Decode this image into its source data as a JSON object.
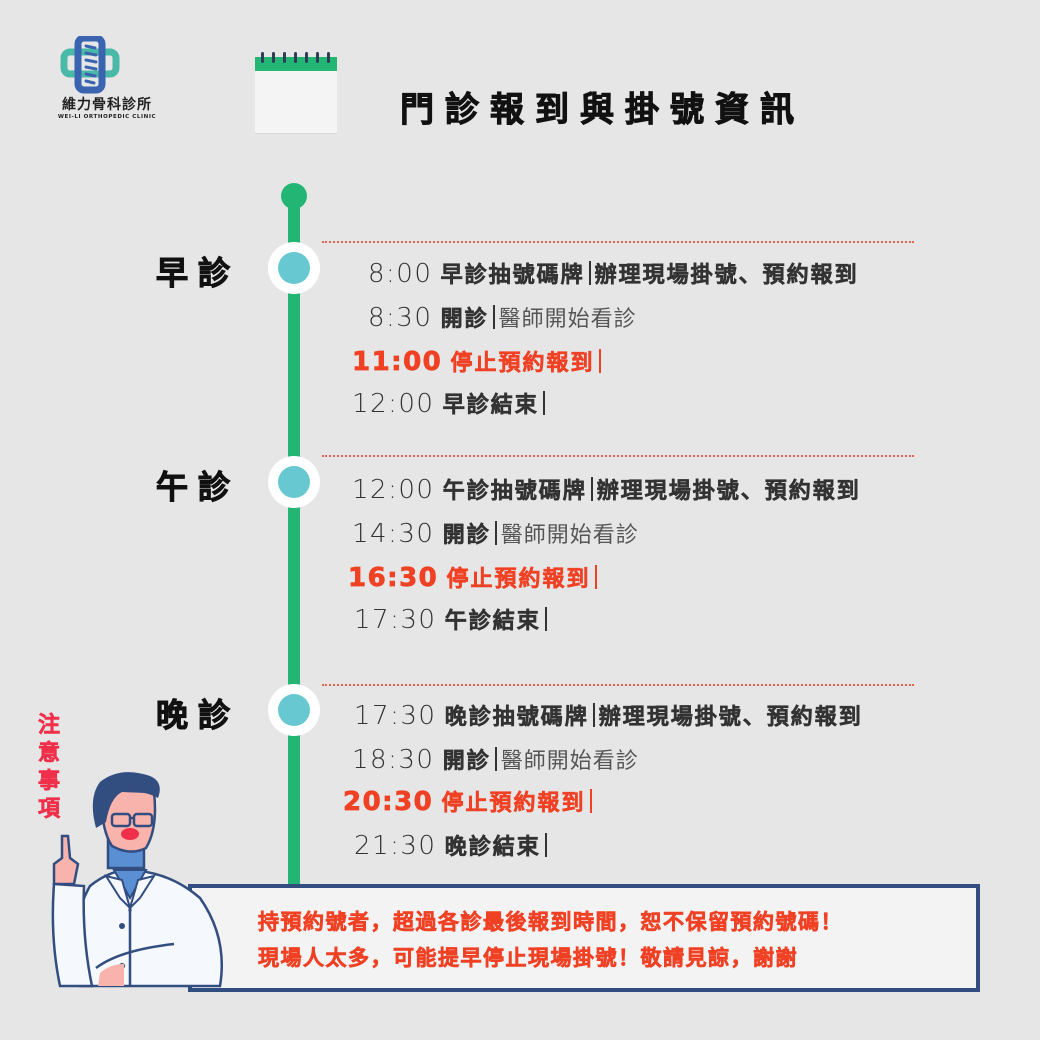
{
  "logo": {
    "name": "維力骨科診所",
    "subtitle": "WEI-LI ORTHOPEDIC CLINIC",
    "colors": {
      "cross_teal": "#4bb9a8",
      "spine_blue": "#3a64b0"
    }
  },
  "header": {
    "title": "門診報到與掛號資訊",
    "icon": "calendar-icon"
  },
  "colors": {
    "background": "#e6e6e6",
    "timeline_green": "#23b573",
    "node_teal": "#67c8d1",
    "highlight_red": "#f04124",
    "notice_border": "#324d80",
    "vertical_label_red": "#f0304a"
  },
  "sessions": [
    {
      "label": "早診",
      "rows": [
        {
          "time": "8:00",
          "bold": "早診抽號碼牌",
          "normal": "辦理現場掛號、預約報到",
          "normal_bold": true,
          "highlight": false
        },
        {
          "time": "8:30",
          "bold": "開診",
          "normal": "醫師開始看診",
          "normal_bold": false,
          "highlight": false
        },
        {
          "time": "11:00",
          "bold": "停止預約報到",
          "normal": "",
          "normal_bold": false,
          "highlight": true
        },
        {
          "time": "12:00",
          "bold": "早診結束",
          "normal": "",
          "normal_bold": false,
          "highlight": false
        }
      ]
    },
    {
      "label": "午診",
      "rows": [
        {
          "time": "12:00",
          "bold": "午診抽號碼牌",
          "normal": "辦理現場掛號、預約報到",
          "normal_bold": true,
          "highlight": false
        },
        {
          "time": "14:30",
          "bold": "開診",
          "normal": "醫師開始看診",
          "normal_bold": false,
          "highlight": false
        },
        {
          "time": "16:30",
          "bold": "停止預約報到",
          "normal": "",
          "normal_bold": false,
          "highlight": true
        },
        {
          "time": "17:30",
          "bold": "午診結束",
          "normal": "",
          "normal_bold": false,
          "highlight": false
        }
      ]
    },
    {
      "label": "晚診",
      "rows": [
        {
          "time": "17:30",
          "bold": "晚診抽號碼牌",
          "normal": "辦理現場掛號、預約報到",
          "normal_bold": true,
          "highlight": false
        },
        {
          "time": "18:30",
          "bold": "開診",
          "normal": "醫師開始看診",
          "normal_bold": false,
          "highlight": false
        },
        {
          "time": "20:30",
          "bold": "停止預約報到",
          "normal": "",
          "normal_bold": false,
          "highlight": true
        },
        {
          "time": "21:30",
          "bold": "晚診結束",
          "normal": "",
          "normal_bold": false,
          "highlight": false
        }
      ]
    }
  ],
  "notice": {
    "vertical_label": "注意事項",
    "lines": [
      "持預約號者，超過各診最後報到時間，恕不保留預約號碼！",
      "現場人太多，可能提早停止現場掛號！敬請見諒，謝謝"
    ],
    "illustration": "doctor-pointing-illustration"
  }
}
